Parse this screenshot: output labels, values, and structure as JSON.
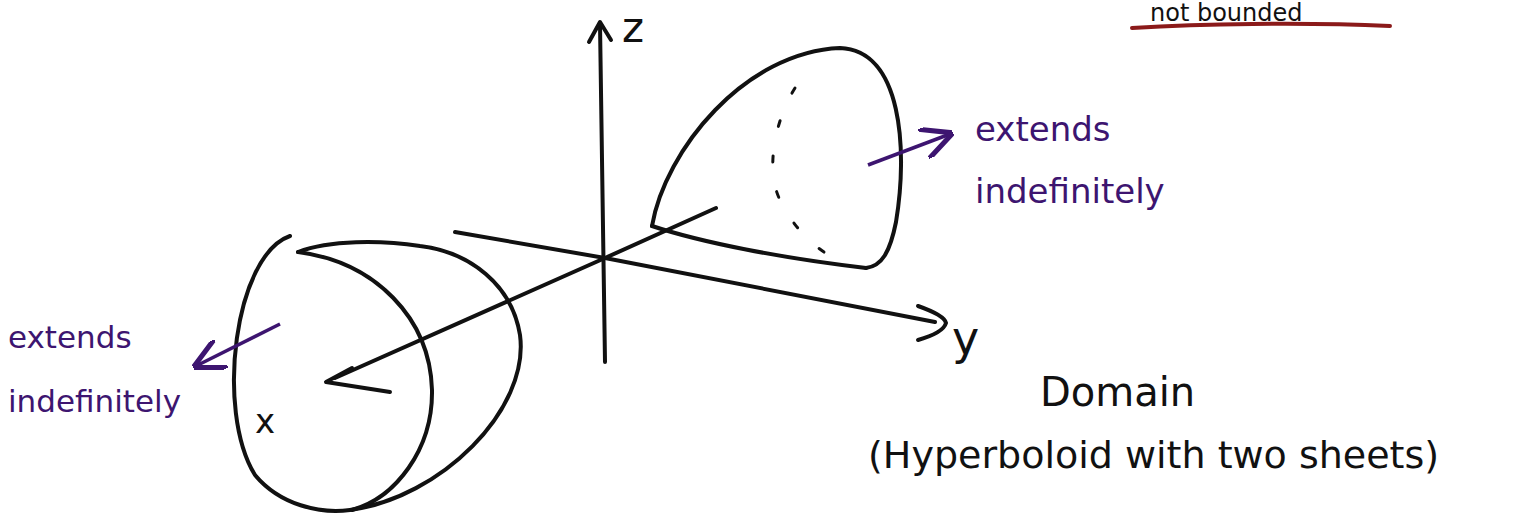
{
  "diagram": {
    "labels": [
      "not bounded",
      "z",
      "y",
      "x",
      "extends indefinitely",
      "extends indefinitely",
      "Domain",
      "(Hyperboloid with two sheets)"
    ]
  }
}
